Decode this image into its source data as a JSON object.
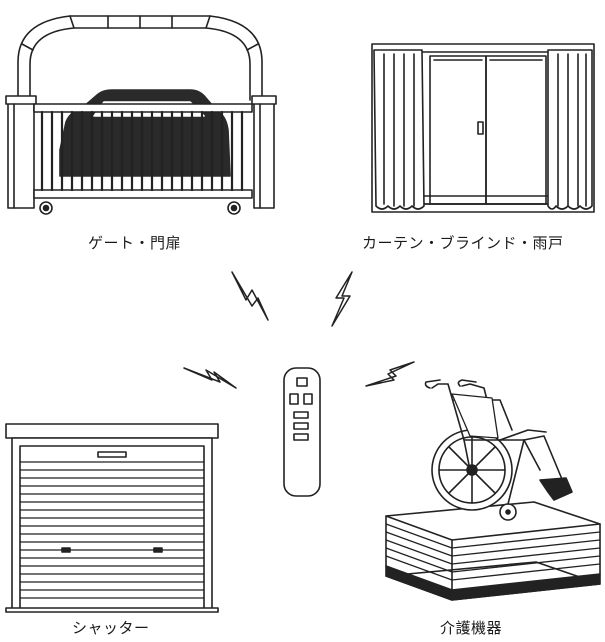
{
  "labels": {
    "gate": "ゲート・門扉",
    "curtain": "カーテン・ブラインド・雨戸",
    "shutter": "シャッター",
    "care": "介護機器"
  },
  "icons": {
    "gate": "gate-illustration",
    "curtain": "curtain-window-illustration",
    "shutter": "rolling-shutter-illustration",
    "care": "wheelchair-lift-illustration",
    "remote": "remote-control-icon",
    "signal": "lightning-signal-icon"
  },
  "colors": {
    "line": "#222222",
    "fill": "#ffffff",
    "dark": "#2a2a2a"
  }
}
